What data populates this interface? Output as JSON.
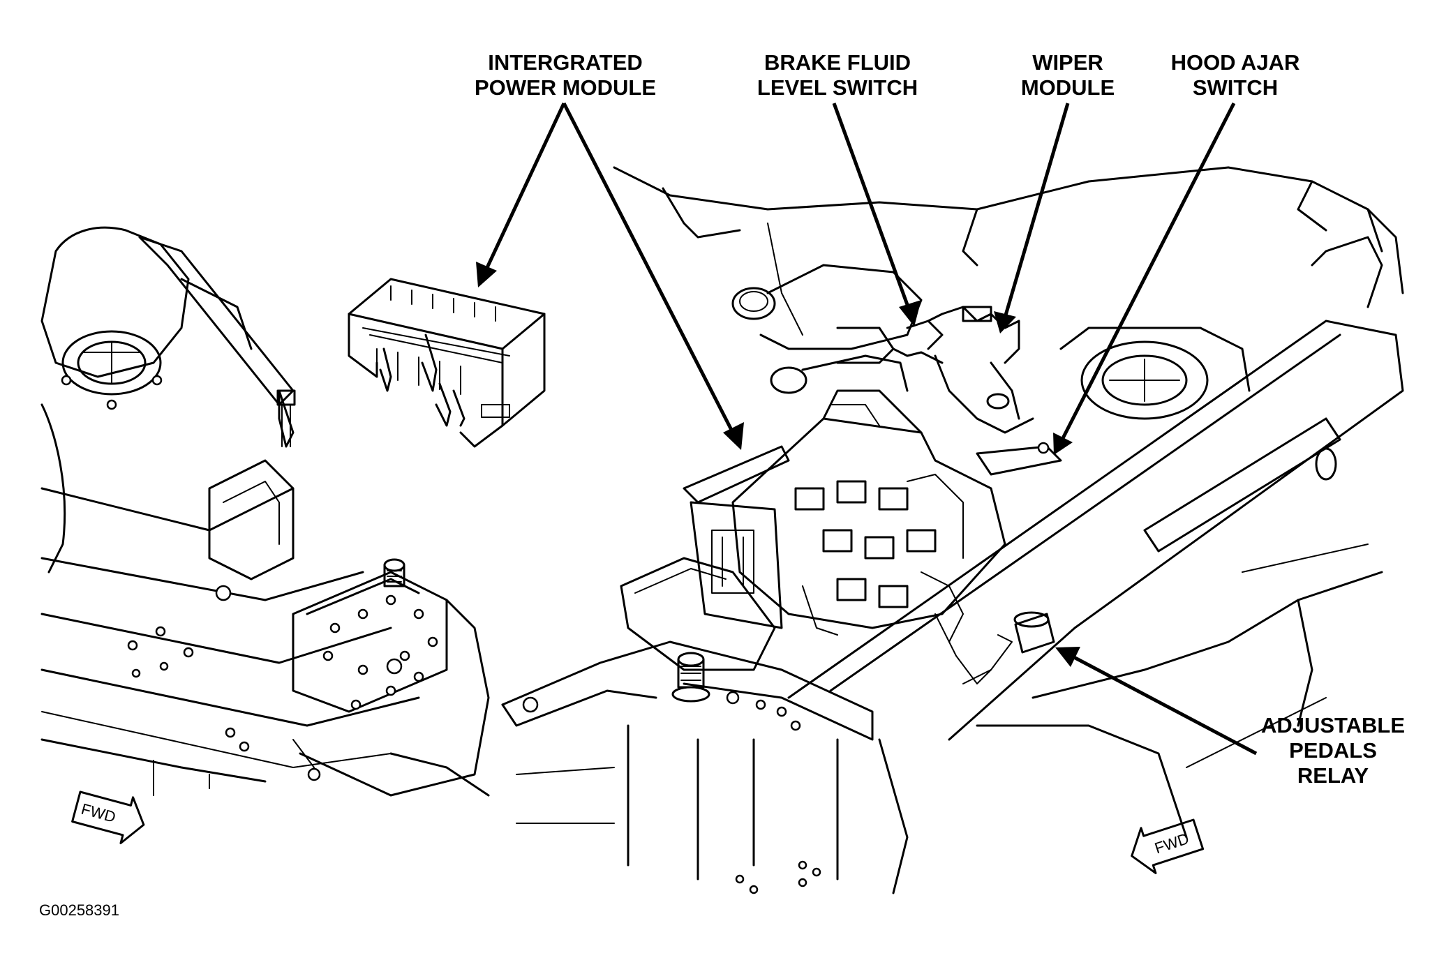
{
  "labels": {
    "ipm": [
      "INTERGRATED",
      "POWER MODULE"
    ],
    "brake": [
      "BRAKE FLUID",
      "LEVEL SWITCH"
    ],
    "wiper": [
      "WIPER",
      "MODULE"
    ],
    "hood": [
      "HOOD AJAR",
      "SWITCH"
    ],
    "pedals": [
      "ADJUSTABLE",
      "PEDALS",
      "RELAY"
    ]
  },
  "fwd_left": "FWD",
  "fwd_right": "FWD",
  "figure_id": "G00258391"
}
